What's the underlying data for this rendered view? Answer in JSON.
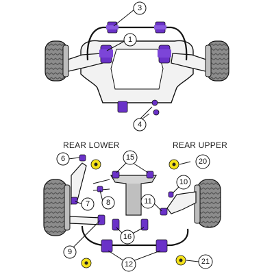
{
  "labels": {
    "rear_lower": "REAR LOWER",
    "rear_upper": "REAR UPPER"
  },
  "callouts": {
    "c1": "1",
    "c3": "3",
    "c4": "4",
    "c6": "6",
    "c7": "7",
    "c8": "8",
    "c9": "9",
    "c10": "10",
    "c11": "11",
    "c12": "12",
    "c15": "15",
    "c16": "16",
    "c20": "20",
    "c21": "21"
  },
  "colors": {
    "bush_purple": "#6a32c8",
    "bush_yellow": "#f4e21a",
    "tire_grey": "#8c8c8c",
    "tire_dark": "#5a5a5a",
    "frame_light": "#f2f2f2",
    "outline": "#111111"
  }
}
